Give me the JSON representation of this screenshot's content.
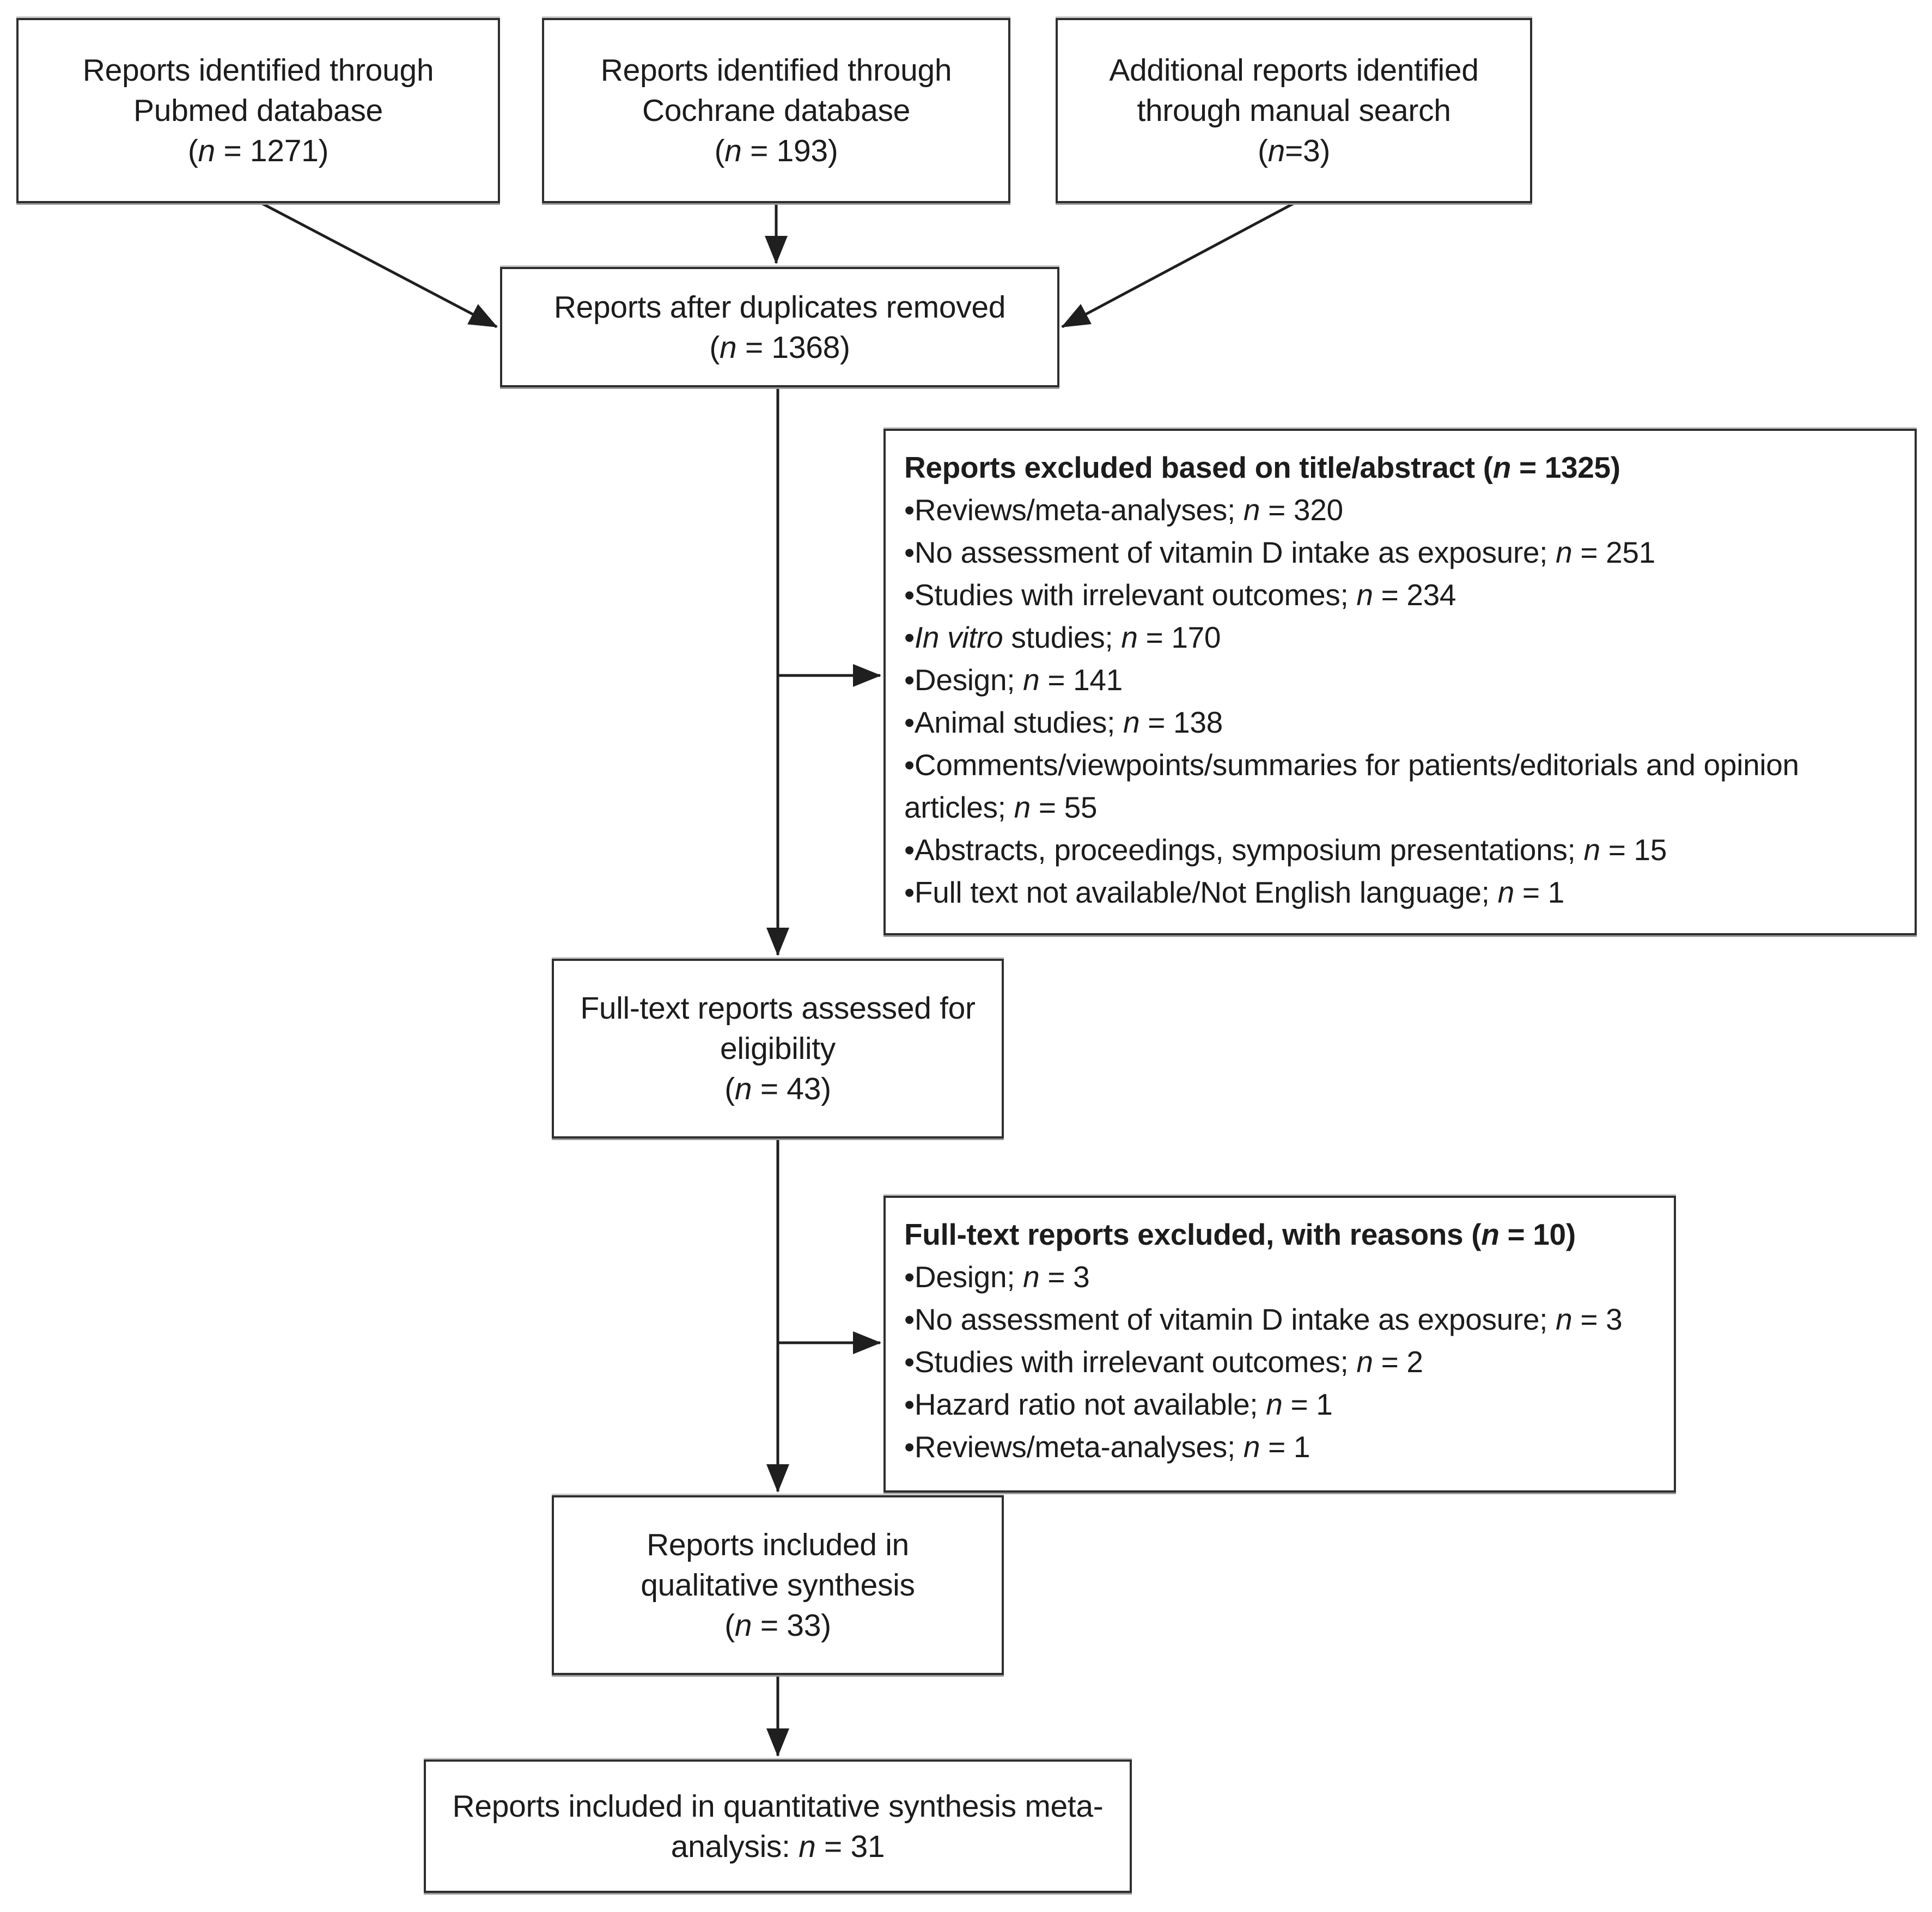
{
  "diagram": {
    "boxes": {
      "pubmed": {
        "lines": [
          "Reports identified through",
          "Pubmed database",
          "(n = 1271)"
        ]
      },
      "cochrane": {
        "lines": [
          "Reports identified through",
          "Cochrane database",
          "(n = 193)"
        ]
      },
      "manual": {
        "lines": [
          "Additional reports identified",
          "through manual search",
          "(n=3)"
        ]
      },
      "duplicates_removed": {
        "lines": [
          "Reports after duplicates removed",
          "(n = 1368)"
        ]
      },
      "excluded_title_abstract": {
        "title": "Reports excluded based on title/abstract (n = 1325)",
        "items": [
          "•Reviews/meta-analyses; n = 320",
          "•No assessment of vitamin D intake as exposure; n = 251",
          "•Studies with irrelevant outcomes; n = 234",
          "•In vitro studies; n = 170",
          "•Design; n = 141",
          "•Animal studies; n = 138",
          "•Comments/viewpoints/summaries for patients/editorials and opinion articles; n = 55",
          "•Abstracts, proceedings, symposium presentations; n = 15",
          "•Full text not available/Not English language; n = 1"
        ]
      },
      "fulltext_assessed": {
        "lines": [
          "Full-text reports assessed for",
          "eligibility",
          "(n = 43)"
        ]
      },
      "fulltext_excluded": {
        "title": "Full-text reports excluded, with reasons (n = 10)",
        "items": [
          "•Design; n = 3",
          "•No assessment of vitamin D intake as exposure; n = 3",
          "•Studies with irrelevant outcomes; n = 2",
          "•Hazard ratio not available; n = 1",
          "•Reviews/meta-analyses; n = 1"
        ]
      },
      "qualitative": {
        "lines": [
          "Reports included in",
          "qualitative synthesis",
          "(n = 33)"
        ]
      },
      "quantitative": {
        "lines": [
          "Reports included in quantitative synthesis meta-",
          "analysis: n = 31"
        ]
      }
    },
    "colors": {
      "border": "#2f2f2f",
      "text": "#1c1c1c",
      "arrow": "#1f1f1f",
      "background": "#ffffff"
    }
  }
}
